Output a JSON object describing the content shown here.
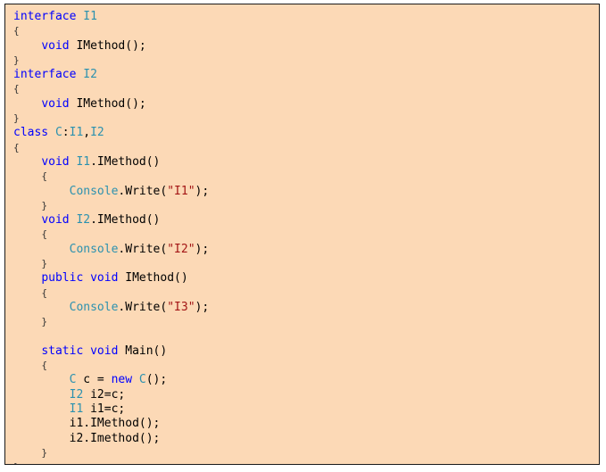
{
  "colors": {
    "keyword": "#0000ff",
    "type": "#2b91af",
    "string": "#a31515",
    "plain": "#000000",
    "background": "#fcd9b6",
    "border": "#1a1a1a"
  },
  "code": {
    "lines": [
      {
        "indent": 0,
        "tokens": [
          {
            "t": "interface",
            "k": "kw"
          },
          {
            "t": " ",
            "k": "plain"
          },
          {
            "t": "I1",
            "k": "type"
          }
        ]
      },
      {
        "indent": 0,
        "tokens": [
          {
            "t": "{",
            "k": "brace"
          }
        ]
      },
      {
        "indent": 1,
        "tokens": [
          {
            "t": "void",
            "k": "kw"
          },
          {
            "t": " IMethod();",
            "k": "plain"
          }
        ]
      },
      {
        "indent": 0,
        "tokens": [
          {
            "t": "}",
            "k": "brace"
          }
        ]
      },
      {
        "indent": 0,
        "tokens": [
          {
            "t": "interface",
            "k": "kw"
          },
          {
            "t": " ",
            "k": "plain"
          },
          {
            "t": "I2",
            "k": "type"
          }
        ]
      },
      {
        "indent": 0,
        "tokens": [
          {
            "t": "{",
            "k": "brace"
          }
        ]
      },
      {
        "indent": 1,
        "tokens": [
          {
            "t": "void",
            "k": "kw"
          },
          {
            "t": " IMethod();",
            "k": "plain"
          }
        ]
      },
      {
        "indent": 0,
        "tokens": [
          {
            "t": "}",
            "k": "brace"
          }
        ]
      },
      {
        "indent": 0,
        "tokens": [
          {
            "t": "class",
            "k": "kw"
          },
          {
            "t": " ",
            "k": "plain"
          },
          {
            "t": "C",
            "k": "type"
          },
          {
            "t": ":",
            "k": "plain"
          },
          {
            "t": "I1",
            "k": "type"
          },
          {
            "t": ",",
            "k": "plain"
          },
          {
            "t": "I2",
            "k": "type"
          }
        ]
      },
      {
        "indent": 0,
        "tokens": [
          {
            "t": "{",
            "k": "brace"
          }
        ]
      },
      {
        "indent": 1,
        "tokens": [
          {
            "t": "void",
            "k": "kw"
          },
          {
            "t": " ",
            "k": "plain"
          },
          {
            "t": "I1",
            "k": "type"
          },
          {
            "t": ".IMethod()",
            "k": "plain"
          }
        ]
      },
      {
        "indent": 1,
        "tokens": [
          {
            "t": "{",
            "k": "brace"
          }
        ]
      },
      {
        "indent": 2,
        "tokens": [
          {
            "t": "Console",
            "k": "type"
          },
          {
            "t": ".Write(",
            "k": "plain"
          },
          {
            "t": "\"I1\"",
            "k": "str"
          },
          {
            "t": ");",
            "k": "plain"
          }
        ]
      },
      {
        "indent": 1,
        "tokens": [
          {
            "t": "}",
            "k": "brace"
          }
        ]
      },
      {
        "indent": 1,
        "tokens": [
          {
            "t": "void",
            "k": "kw"
          },
          {
            "t": " ",
            "k": "plain"
          },
          {
            "t": "I2",
            "k": "type"
          },
          {
            "t": ".IMethod()",
            "k": "plain"
          }
        ]
      },
      {
        "indent": 1,
        "tokens": [
          {
            "t": "{",
            "k": "brace"
          }
        ]
      },
      {
        "indent": 2,
        "tokens": [
          {
            "t": "Console",
            "k": "type"
          },
          {
            "t": ".Write(",
            "k": "plain"
          },
          {
            "t": "\"I2\"",
            "k": "str"
          },
          {
            "t": ");",
            "k": "plain"
          }
        ]
      },
      {
        "indent": 1,
        "tokens": [
          {
            "t": "}",
            "k": "brace"
          }
        ]
      },
      {
        "indent": 1,
        "tokens": [
          {
            "t": "public",
            "k": "kw"
          },
          {
            "t": " ",
            "k": "plain"
          },
          {
            "t": "void",
            "k": "kw"
          },
          {
            "t": " IMethod()",
            "k": "plain"
          }
        ]
      },
      {
        "indent": 1,
        "tokens": [
          {
            "t": "{",
            "k": "brace"
          }
        ]
      },
      {
        "indent": 2,
        "tokens": [
          {
            "t": "Console",
            "k": "type"
          },
          {
            "t": ".Write(",
            "k": "plain"
          },
          {
            "t": "\"I3\"",
            "k": "str"
          },
          {
            "t": ");",
            "k": "plain"
          }
        ]
      },
      {
        "indent": 1,
        "tokens": [
          {
            "t": "}",
            "k": "brace"
          }
        ]
      },
      {
        "indent": 0,
        "tokens": []
      },
      {
        "indent": 1,
        "tokens": [
          {
            "t": "static",
            "k": "kw"
          },
          {
            "t": " ",
            "k": "plain"
          },
          {
            "t": "void",
            "k": "kw"
          },
          {
            "t": " Main()",
            "k": "plain"
          }
        ]
      },
      {
        "indent": 1,
        "tokens": [
          {
            "t": "{",
            "k": "brace"
          }
        ]
      },
      {
        "indent": 2,
        "tokens": [
          {
            "t": "C",
            "k": "type"
          },
          {
            "t": " c = ",
            "k": "plain"
          },
          {
            "t": "new",
            "k": "kw"
          },
          {
            "t": " ",
            "k": "plain"
          },
          {
            "t": "C",
            "k": "type"
          },
          {
            "t": "();",
            "k": "plain"
          }
        ]
      },
      {
        "indent": 2,
        "tokens": [
          {
            "t": "I2",
            "k": "type"
          },
          {
            "t": " i2=c;",
            "k": "plain"
          }
        ]
      },
      {
        "indent": 2,
        "tokens": [
          {
            "t": "I1",
            "k": "type"
          },
          {
            "t": " i1=c;",
            "k": "plain"
          }
        ]
      },
      {
        "indent": 2,
        "tokens": [
          {
            "t": "i1.IMethod();",
            "k": "plain"
          }
        ]
      },
      {
        "indent": 2,
        "tokens": [
          {
            "t": "i2.Imethod();",
            "k": "plain"
          }
        ]
      },
      {
        "indent": 1,
        "tokens": [
          {
            "t": "}",
            "k": "brace"
          }
        ]
      },
      {
        "indent": 0,
        "tokens": [
          {
            "t": "}",
            "k": "brace"
          }
        ]
      }
    ]
  }
}
